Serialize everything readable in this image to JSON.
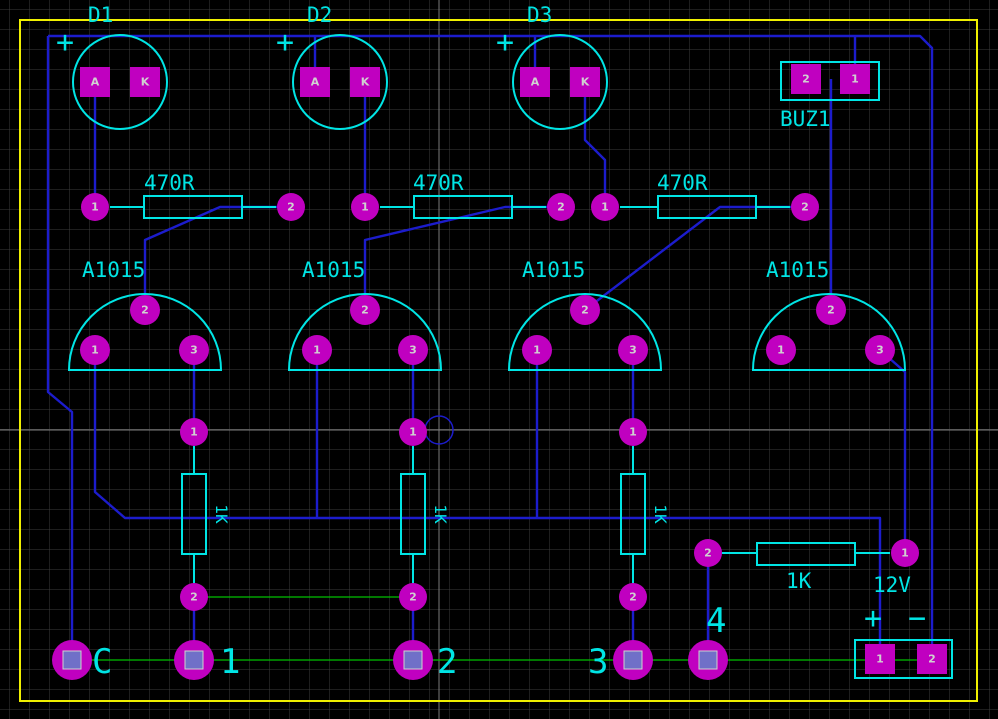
{
  "colors": {
    "background": "#000000",
    "grid": "#3c3c3c",
    "board_outline": "#f0f000",
    "silkscreen": "#00e5e5",
    "pad": "#c000c0",
    "pad_text": "#d0d0d0",
    "track": "#1c1ccc",
    "ratsnest": "#00c000"
  },
  "designators": {
    "d1": "D1",
    "d2": "D2",
    "d3": "D3",
    "buz1": "BUZ1",
    "q1": "A1015",
    "q2": "A1015",
    "q3": "A1015",
    "q4": "A1015",
    "r1": "470R",
    "r2": "470R",
    "r3": "470R",
    "r_1k": "1K",
    "vk1": "1K",
    "vk2": "1K",
    "vk3": "1K",
    "power": "12V"
  },
  "pads": {
    "anode": "A",
    "cathode": "K",
    "p1": "1",
    "p2": "2",
    "p3": "3"
  },
  "labels": {
    "plus": "+",
    "minus": "−",
    "conn_c": "C",
    "conn_1": "1",
    "conn_2": "2",
    "conn_3": "3",
    "conn_4": "4"
  }
}
